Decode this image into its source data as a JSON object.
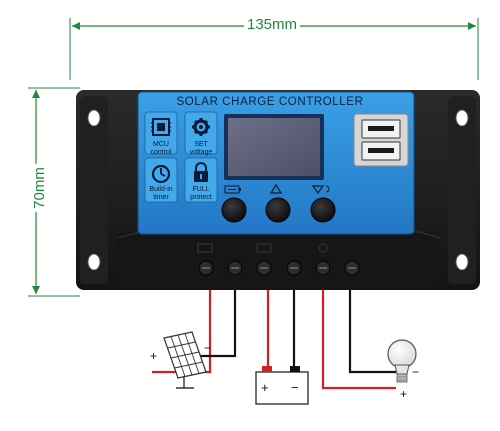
{
  "dimensions": {
    "width": "135mm",
    "height": "70mm"
  },
  "panel": {
    "title": "SOLAR CHARGE CONTROLLER"
  },
  "function_tiles": {
    "mcu": "MCU control",
    "set": "SET voltage",
    "timer": "Build-in timer",
    "protect": "FULL protect"
  },
  "wiring": {
    "solar_plus": "+",
    "solar_minus": "−",
    "battery_plus": "+",
    "battery_minus": "−",
    "load_plus": "+",
    "load_minus": "−"
  },
  "colors": {
    "dimension_line": "#1f8a3a",
    "panel_blue": "#2f8fd8",
    "housing": "#1b1b1d",
    "wire_red": "#d42020",
    "wire_black": "#111111"
  }
}
